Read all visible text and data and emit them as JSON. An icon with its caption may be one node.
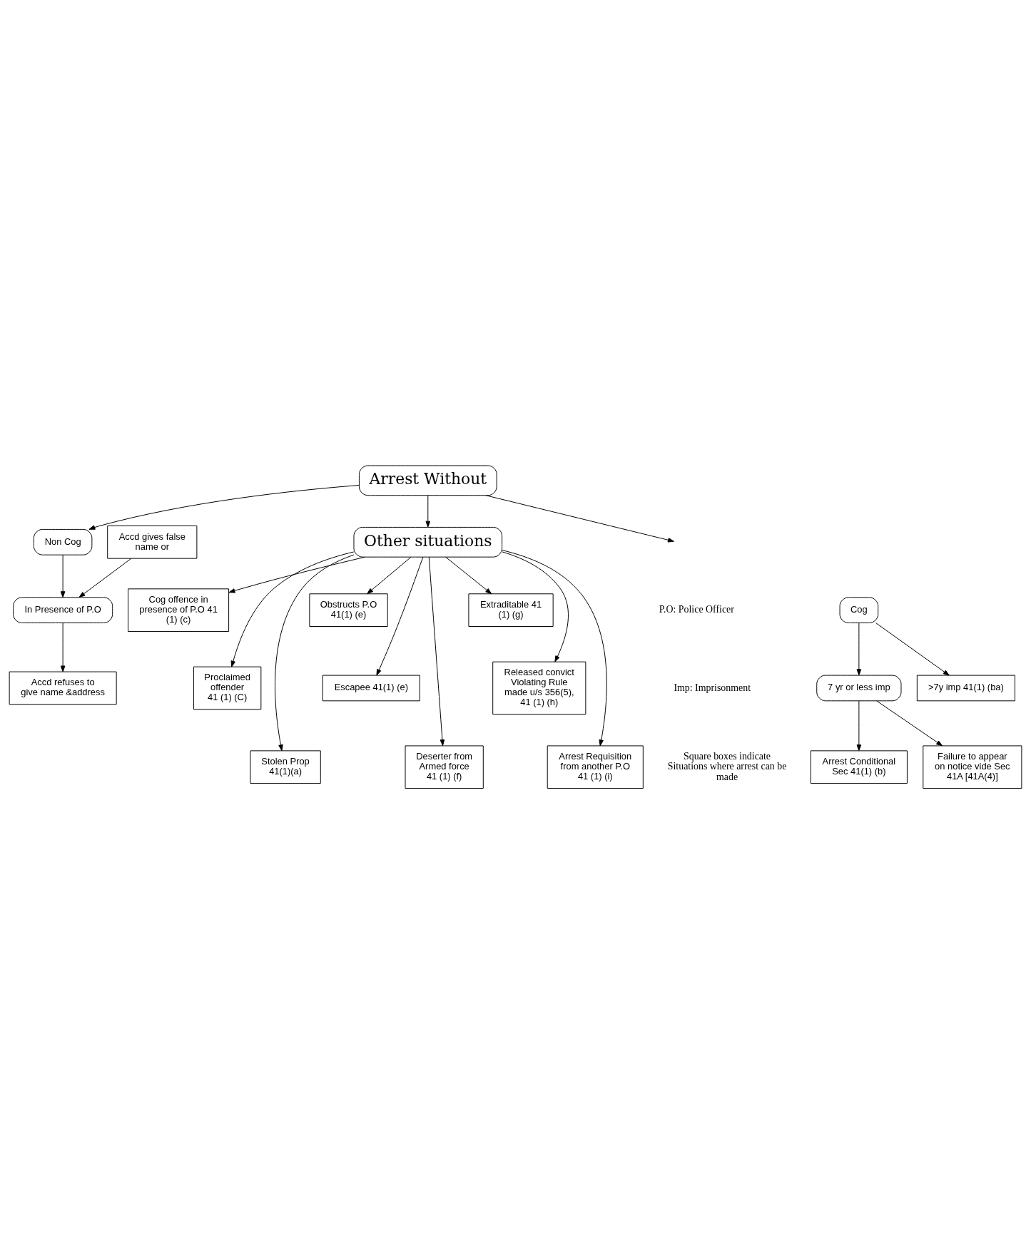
{
  "diagram": {
    "nodes": [
      {
        "text": [
          "Arrest Without"
        ]
      },
      {
        "text": [
          "Non Cog"
        ]
      },
      {
        "text": [
          "In Presence of P.O"
        ]
      },
      {
        "text": [
          "Accd gives false name or"
        ]
      },
      {
        "text": [
          "Accd refuses to give name &address"
        ]
      },
      {
        "text": [
          "Cog"
        ]
      },
      {
        "text": [
          "7 yr or less imp"
        ]
      },
      {
        "text": [
          ">7y imp 41(1) (ba)"
        ]
      },
      {
        "text": [
          "Arrest Conditional Sec 41(1) (b)"
        ]
      },
      {
        "text": [
          "Failure to appear on notice vide Sec 41A [41A(4)]"
        ]
      },
      {
        "text": [
          "Other situations"
        ]
      },
      {
        "text": [
          "Cog offence in presence of P.O 41 (1) (c)"
        ]
      },
      {
        "text": [
          "Proclaimed offender",
          "41 (1) (C)"
        ]
      },
      {
        "text": [
          "Stolen Prop 41(1)(a)"
        ]
      },
      {
        "text": [
          "Obstructs P.O 41(1) (e)"
        ]
      },
      {
        "text": [
          "Escapee 41(1) (e)"
        ]
      },
      {
        "text": [
          "Deserter from Armed force",
          "41 (1) (f)"
        ]
      },
      {
        "text": [
          "Extraditable 41 (1) (g)"
        ]
      },
      {
        "text": [
          "Released convict Violating Rule made u/s 356(5), 41 (1) (h)"
        ]
      },
      {
        "text": [
          "Arrest Requisition from another P.O 41 (1) (i)"
        ]
      }
    ],
    "edges": [
      {
        "from": 0,
        "to": 1,
        "arrow": "to"
      },
      {
        "from": 0,
        "to": null,
        "arrow": "to"
      },
      {
        "from": 1,
        "to": 2,
        "arrow": "to"
      },
      {
        "from": 2,
        "to": 4,
        "arrow": "to"
      },
      {
        "from": 3,
        "to": 2,
        "arrow": "to"
      },
      {
        "from": 5,
        "to": 6,
        "arrow": "to"
      },
      {
        "from": 5,
        "to": 7,
        "arrow": "to"
      },
      {
        "from": 6,
        "to": 8,
        "arrow": "to"
      },
      {
        "from": 6,
        "to": 9,
        "arrow": "to"
      },
      {
        "from": 0,
        "to": 10,
        "arrow": "to"
      },
      {
        "from": 10,
        "to": 11,
        "arrow": "to"
      },
      {
        "from": 10,
        "to": 12,
        "arrow": "to"
      },
      {
        "from": 10,
        "to": 13,
        "arrow": "to"
      },
      {
        "from": 10,
        "to": 14,
        "arrow": "to"
      },
      {
        "from": 10,
        "to": 15,
        "arrow": "to"
      },
      {
        "from": 10,
        "to": 16,
        "arrow": "to"
      },
      {
        "from": 10,
        "to": 17,
        "arrow": "to"
      },
      {
        "from": 10,
        "to": 18,
        "arrow": "to"
      },
      {
        "from": 10,
        "to": 19,
        "arrow": "to"
      }
    ],
    "labels": [
      "P.O: Police Officer",
      "Imp: Imprisonment",
      "Square boxes indicate Situations where arrest can be made"
    ]
  }
}
